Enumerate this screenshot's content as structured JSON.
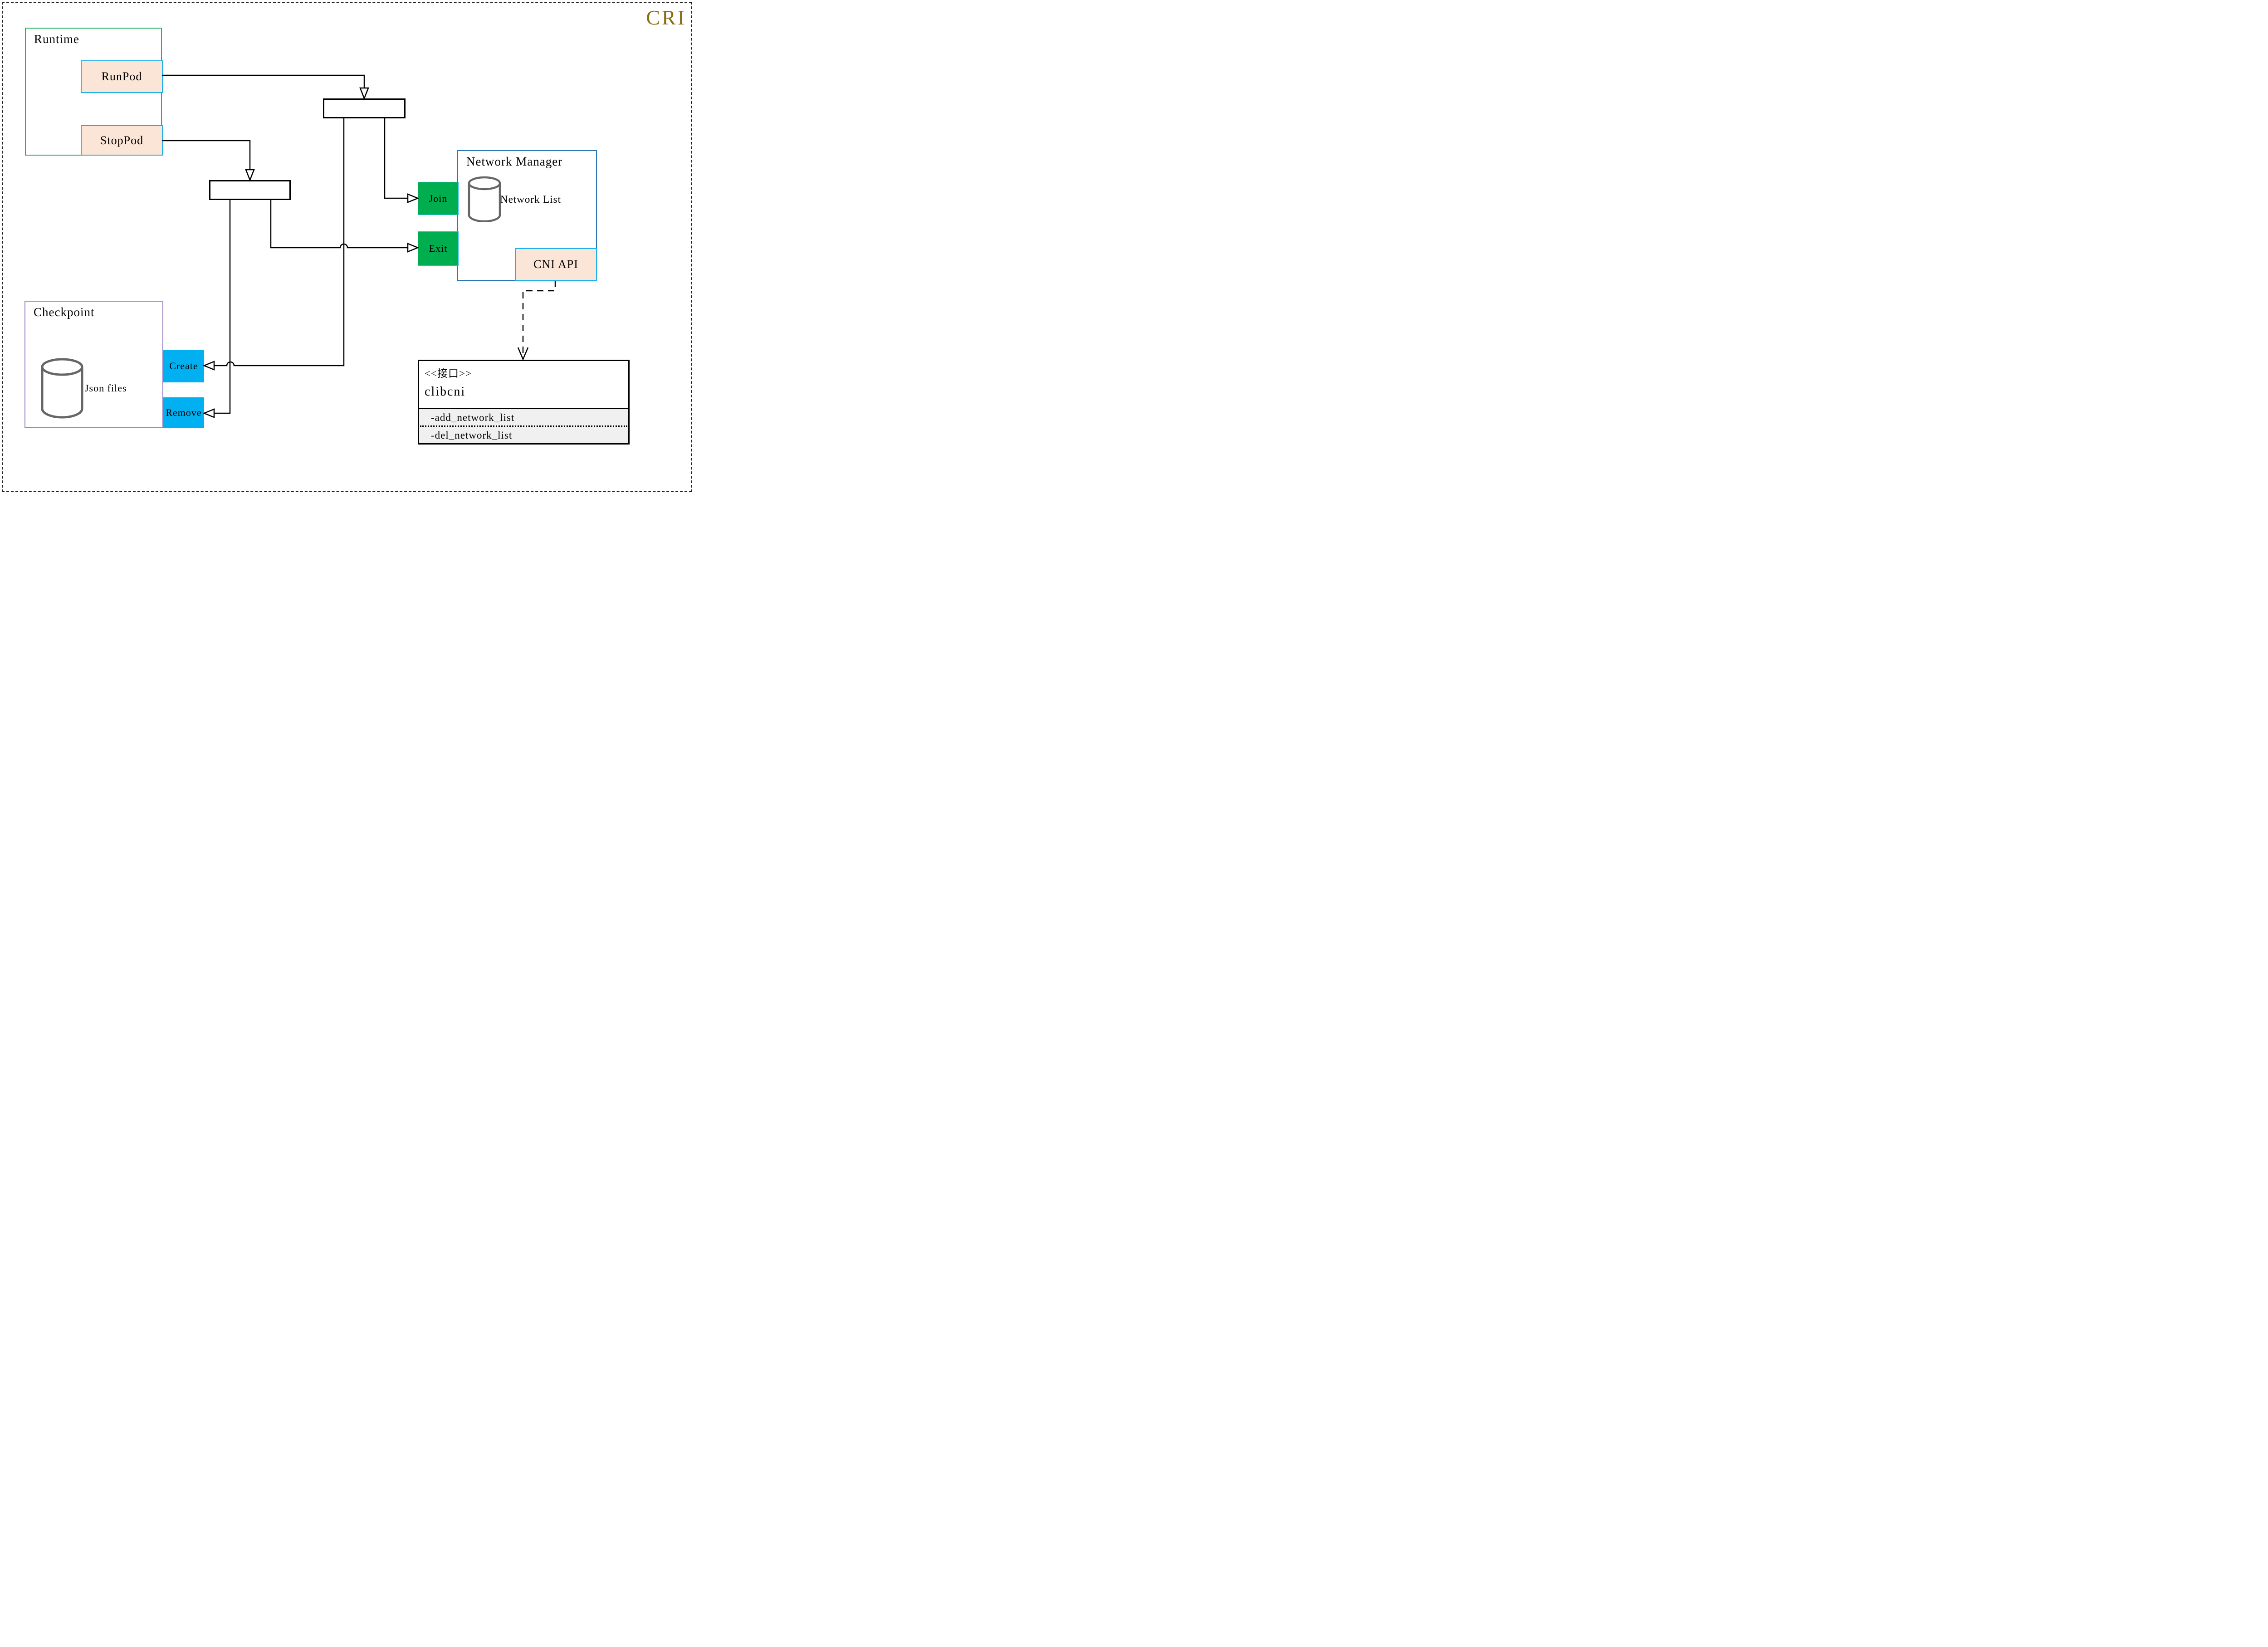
{
  "page": {
    "badge": "CRI"
  },
  "runtime": {
    "label": "Runtime",
    "buttons": [
      {
        "label": "RunPod"
      },
      {
        "label": "StopPod"
      }
    ]
  },
  "network_manager": {
    "label": "Network Manager",
    "datastore_label": "Network List",
    "api_label": "CNI API",
    "actions": [
      {
        "label": "Join"
      },
      {
        "label": "Exit"
      }
    ]
  },
  "checkpoint": {
    "label": "Checkpoint",
    "datastore_label": "Json files",
    "actions": [
      {
        "label": "Create"
      },
      {
        "label": "Remove"
      }
    ]
  },
  "interface_class": {
    "stereotype": "<<接口>>",
    "name": "clibcni",
    "members": [
      "-add_network_list",
      "-del_network_list"
    ]
  },
  "icons": [
    "database-cylinder-icon-network-list",
    "database-cylinder-icon-json-files",
    "open-arrowhead-icons",
    "dashed-dependency-arrow-icon"
  ],
  "colors": {
    "badge_text": "#8a6d13",
    "runtime_border": "#27b05f",
    "network_manager_border": "#2e75b6",
    "checkpoint_border": "#9b85c2",
    "peach_fill": "#fbe5d6",
    "cyan_border": "#1fb0ea",
    "green_fill": "#00ae50",
    "blue_fill": "#00b0f0",
    "uml_members_fill": "#f0f0f0",
    "cylinder_stroke": "#666666",
    "line_color": "#000000"
  }
}
